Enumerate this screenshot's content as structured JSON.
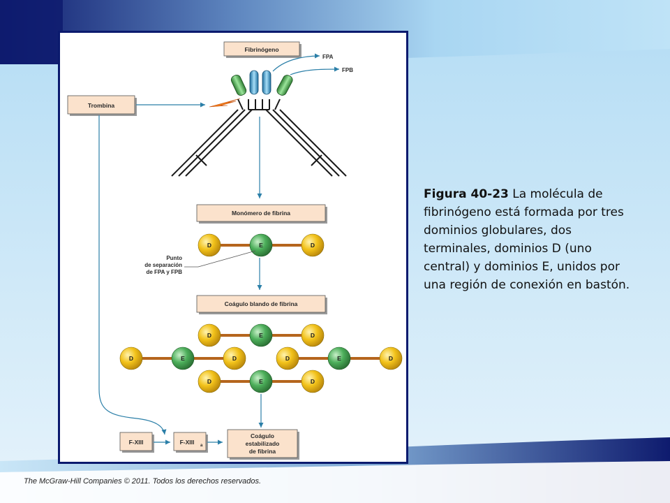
{
  "slide": {
    "footer": "The McGraw-Hill Companies © 2011. Todos los derechos reservados."
  },
  "caption": {
    "label": "Figura 40-23",
    "text": " La molécula de fibrinógeno está formada por tres dominios globulares, dos terminales, dominios D (uno central) y dominios E, unidos por una región de conexión en bastón."
  },
  "diagram": {
    "fibrinogen": "Fibrinógeno",
    "fpa": "FPA",
    "fpb": "FPB",
    "thrombin": "Trombina",
    "fibrin_monomer": "Monómero de fibrina",
    "cleavage_point": [
      "Punto",
      "de separación",
      "de FPA y FPB"
    ],
    "soft_clot": "Coágulo blando de fibrina",
    "fxiii": "F-XIII",
    "fxiiia_main": "F-XIII",
    "fxiiia_sub": "a",
    "stabilized_clot": [
      "Coágulo",
      "estabilizado",
      "de fibrina"
    ],
    "domain_d": "D",
    "domain_e": "E"
  },
  "colors": {
    "box_fill": "#fbe2cc",
    "domain_d": "#f2c21a",
    "domain_e": "#4cae5a",
    "rod": "#b5651d",
    "arrow": "#2b7fa8",
    "panel_border": "#0b1a6e"
  }
}
